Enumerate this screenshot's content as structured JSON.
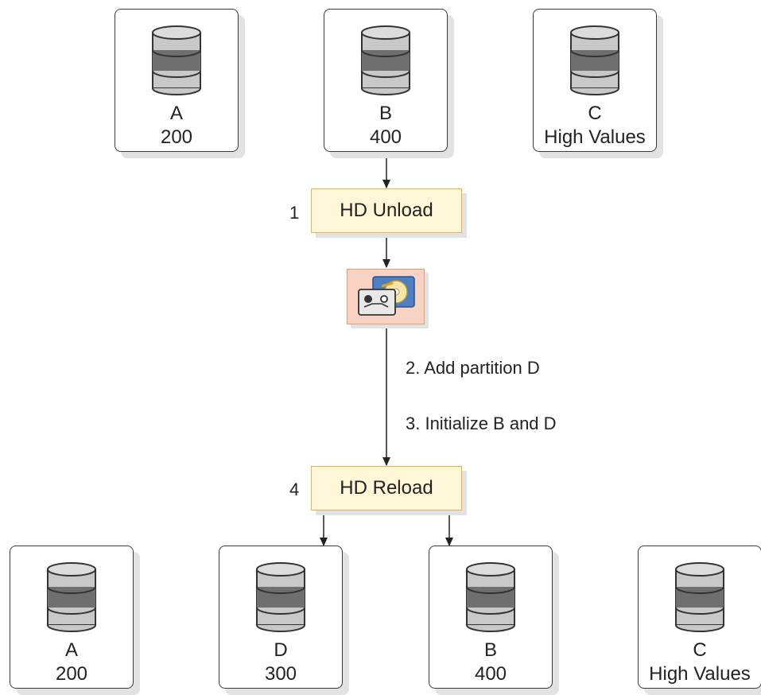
{
  "top_partitions": [
    {
      "name": "A",
      "value": "200"
    },
    {
      "name": "B",
      "value": "400"
    },
    {
      "name": "C",
      "value": "High Values"
    }
  ],
  "steps": {
    "unload": {
      "number": "1",
      "label": "HD Unload"
    },
    "reload": {
      "number": "4",
      "label": "HD Reload"
    }
  },
  "notes": {
    "add_partition": "2. Add partition D",
    "initialize": "3. Initialize B and D"
  },
  "bottom_partitions": [
    {
      "name": "A",
      "value": "200"
    },
    {
      "name": "D",
      "value": "300"
    },
    {
      "name": "B",
      "value": "400"
    },
    {
      "name": "C",
      "value": "High Values"
    }
  ],
  "colors": {
    "step_fill": "#fff6d8",
    "step_border": "#e9b24e",
    "media_fill": "#f8d3c4",
    "db_light": "#c8c8c8",
    "db_dark": "#6f6f6f"
  }
}
